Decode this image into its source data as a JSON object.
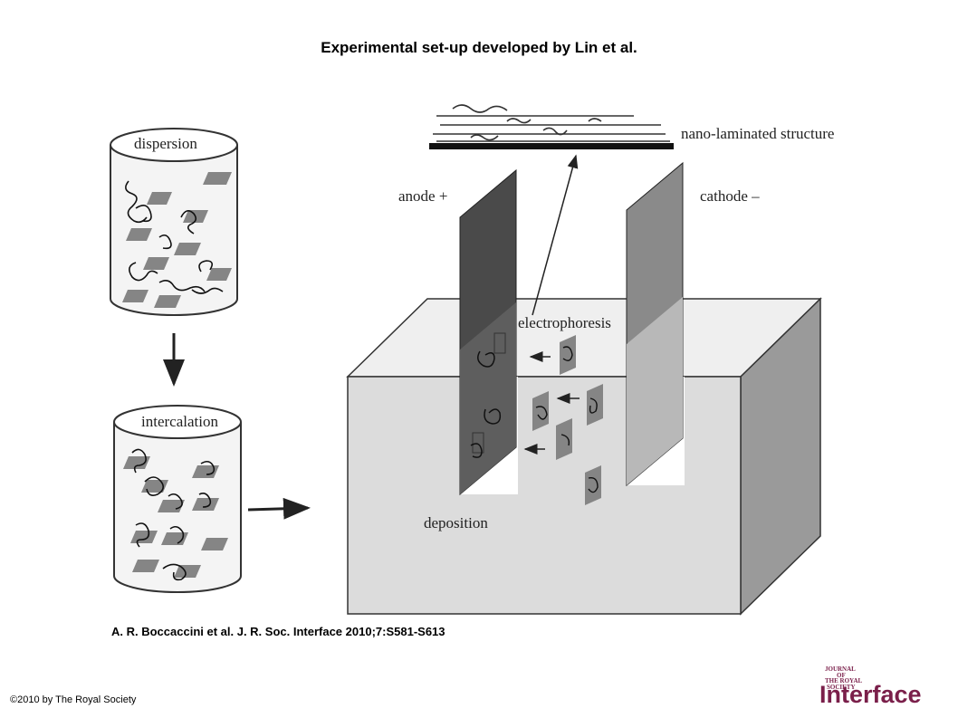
{
  "title": "Experimental set-up developed by Lin et al.",
  "labels": {
    "dispersion": "dispersion",
    "intercalation": "intercalation",
    "anode": "anode +",
    "cathode": "cathode –",
    "nano": "nano-laminated structure",
    "electrophoresis": "electrophoresis",
    "deposition": "deposition"
  },
  "citation": "A. R. Boccaccini et al. J. R. Soc. Interface 2010;7:S581-S613",
  "copyright": "©2010 by The Royal Society",
  "logo": {
    "line1": "JOURNAL",
    "line2": "OF",
    "line3": "THE ROYAL",
    "line4": "SOCIETY",
    "wordmark": "Interface"
  },
  "colors": {
    "anode": "#4a4a4a",
    "cathode": "#8a8a8a",
    "tank_front": "#dcdcdc",
    "tank_side": "#9a9a9a",
    "tank_top": "#efefef",
    "platelet": "#858585",
    "logo": "#7a1f4a"
  }
}
